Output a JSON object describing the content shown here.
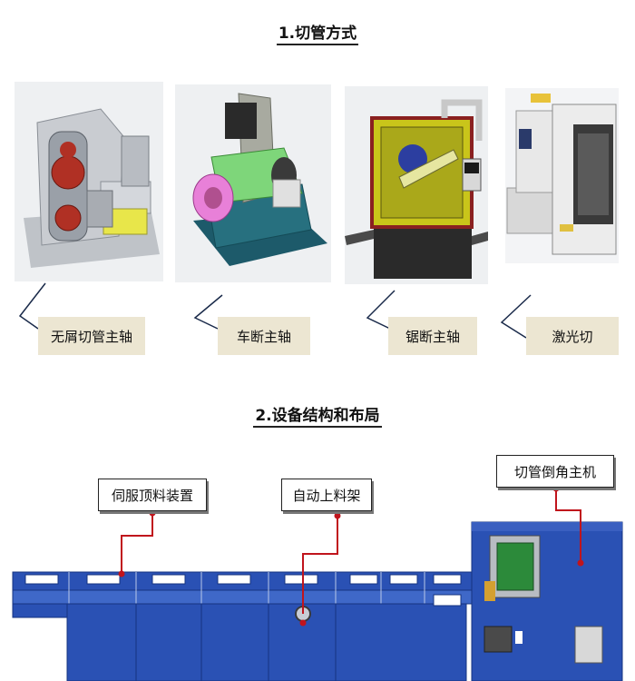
{
  "section1": {
    "title": "1.切管方式",
    "methods": [
      {
        "label": "无屑切管主轴",
        "icon": "chipless-cutting-spindle-icon"
      },
      {
        "label": "车断主轴",
        "icon": "lathe-cutoff-spindle-icon"
      },
      {
        "label": "锯断主轴",
        "icon": "saw-cutting-spindle-icon"
      },
      {
        "label": "激光切",
        "icon": "laser-cutting-machine-icon"
      }
    ]
  },
  "section2": {
    "title": "2.设备结构和布局",
    "callouts": [
      {
        "label": "伺服顶料装置"
      },
      {
        "label": "自动上料架"
      },
      {
        "label": "切管倒角主机"
      }
    ]
  },
  "colors": {
    "machine_blue": "#2a51b4",
    "caption_bg": "#ece6d2",
    "leader_red": "#c0141c",
    "panel_bg": "#eef0f2"
  }
}
